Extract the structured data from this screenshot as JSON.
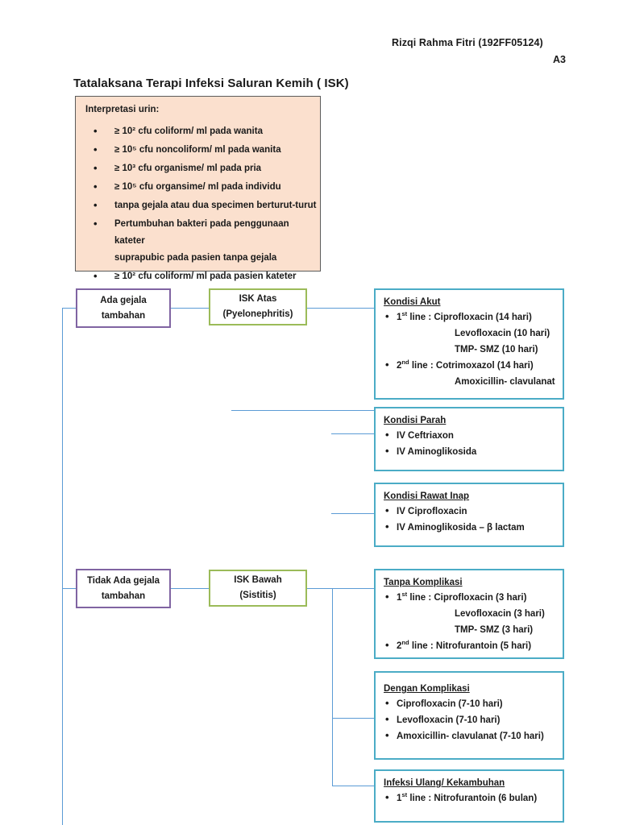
{
  "header": {
    "author": "Rizqi Rahma Fitri (192FF05124)",
    "class": "A3"
  },
  "title": "Tatalaksana Terapi Infeksi Saluran Kemih ( ISK)",
  "interpretation": {
    "heading": "Interpretasi urin:",
    "items": [
      "≥ 10²  cfu coliform/ ml pada wanita",
      "≥ 10⁵ cfu noncoliform/ ml pada wanita",
      "≥ 10³ cfu organisme/ ml pada pria",
      "≥ 10⁵ cfu organsime/ ml pada individu",
      "tanpa gejala atau dua specimen berturut-turut",
      "Pertumbuhan bakteri pada penggunaan kateter suprapubic pada pasien tanpa gejala",
      "≥ 10²  cfu coliform/ ml pada pasien kateter"
    ],
    "item_line1": "Pertumbuhan bakteri pada penggunaan kateter",
    "item_line2": "suprapubic pada pasien tanpa gejala"
  },
  "flow": {
    "symptom_yes_line1": "Ada gejala",
    "symptom_yes_line2": "tambahan",
    "symptom_no_line1": "Tidak Ada gejala",
    "symptom_no_line2": "tambahan",
    "upper_uti_line1": "ISK Atas",
    "upper_uti_line2": "(Pyelonephritis)",
    "lower_uti_line1": "ISK Bawah",
    "lower_uti_line2": "(Sistitis)"
  },
  "treatments": {
    "acute": {
      "heading": "Kondisi Akut",
      "line1_label": "1",
      "line1_sup": "st",
      "line1_text": " line : Ciprofloxacin (14 hari)",
      "line1_sub1": "Levofloxacin (10 hari)",
      "line1_sub2": "TMP- SMZ (10 hari)",
      "line2_label": "2",
      "line2_sup": "nd",
      "line2_text": " line : Cotrimoxazol (14 hari)",
      "line2_sub1": "Amoxicillin- clavulanat"
    },
    "severe": {
      "heading": "Kondisi Parah",
      "items": [
        "IV Ceftriaxon",
        "IV Aminoglikosida"
      ]
    },
    "inpatient": {
      "heading": "Kondisi Rawat Inap",
      "items": [
        "IV Ciprofloxacin",
        "IV Aminoglikosida – β lactam"
      ]
    },
    "uncomplicated": {
      "heading": "Tanpa Komplikasi",
      "line1_label": "1",
      "line1_sup": "st",
      "line1_text": " line : Ciprofloxacin (3 hari)",
      "line1_sub1": "Levofloxacin (3 hari)",
      "line1_sub2": "TMP- SMZ (3 hari)",
      "line2_label": "2",
      "line2_sup": "nd",
      "line2_text": " line : Nitrofurantoin (5 hari)"
    },
    "complicated": {
      "heading": "Dengan Komplikasi",
      "items": [
        "Ciprofloxacin (7-10 hari)",
        "Levofloxacin (7-10 hari)",
        "Amoxicillin- clavulanat (7-10 hari)"
      ]
    },
    "recurrent": {
      "heading": "Infeksi Ulang/ Kekambuhan",
      "line1_label": "1",
      "line1_sup": "st",
      "line1_text": " line : Nitrofurantoin (6 bulan)"
    }
  },
  "colors": {
    "purple_border": "#8064A2",
    "green_border": "#9BBB59",
    "teal_border": "#4BACC6",
    "connector": "#5B9BD5",
    "interp_bg": "#FBE0CE"
  }
}
